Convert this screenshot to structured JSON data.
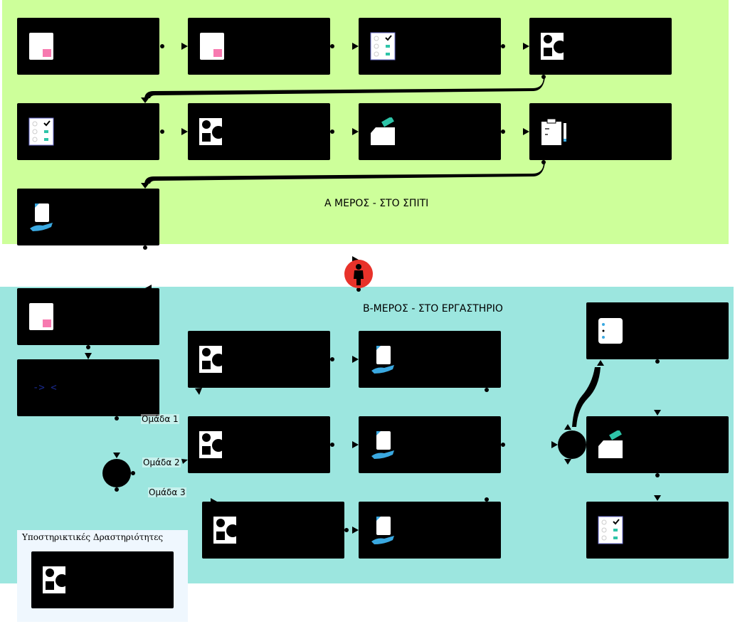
{
  "regions": {
    "home": {
      "title": "Α ΜΕΡΟΣ - ΣΤΟ ΣΠΙΤΙ",
      "color": "#cdff9a"
    },
    "lab": {
      "title": "Β-ΜΕΡΟΣ - ΣΤΟ ΕΡΓΑΣΤΗΡΙΟ",
      "color": "#9ce6df"
    },
    "support": {
      "title": "Υποστηρικτικές Δραστηριότητες",
      "color": "#eff7fe"
    }
  },
  "groups": [
    "Ομάδα 1",
    "Ομάδα 2",
    "Ομάδα 3"
  ],
  "colors": {
    "node": "#000000",
    "actor": "#e8322a",
    "accent_pink": "#f77ab0",
    "accent_teal": "#2ec4a8",
    "accent_blue": "#3aa8e0"
  },
  "nodes": [
    {
      "id": "h1",
      "icon": "document-icon"
    },
    {
      "id": "h2",
      "icon": "document-icon"
    },
    {
      "id": "h3",
      "icon": "quiz-checklist-icon"
    },
    {
      "id": "h4",
      "icon": "shapes-icon"
    },
    {
      "id": "h5",
      "icon": "quiz-checklist-icon"
    },
    {
      "id": "h6",
      "icon": "shapes-icon"
    },
    {
      "id": "h7",
      "icon": "submission-box-icon"
    },
    {
      "id": "h8",
      "icon": "notes-pen-icon"
    },
    {
      "id": "h9",
      "icon": "hand-document-icon"
    },
    {
      "id": "l1",
      "icon": "document-icon"
    },
    {
      "id": "l2",
      "icon": "code-icon",
      "text": "-> <"
    },
    {
      "id": "l3",
      "icon": "shapes-icon"
    },
    {
      "id": "l4",
      "icon": "hand-document-icon"
    },
    {
      "id": "l5",
      "icon": "shapes-icon"
    },
    {
      "id": "l6",
      "icon": "hand-document-icon"
    },
    {
      "id": "l7",
      "icon": "shapes-icon"
    },
    {
      "id": "l8",
      "icon": "hand-document-icon"
    },
    {
      "id": "r1",
      "icon": "list-icon"
    },
    {
      "id": "r2",
      "icon": "submission-box-icon"
    },
    {
      "id": "r3",
      "icon": "quiz-checklist-icon"
    },
    {
      "id": "s1",
      "icon": "shapes-icon"
    }
  ],
  "actor": {
    "icon": "person-icon"
  }
}
